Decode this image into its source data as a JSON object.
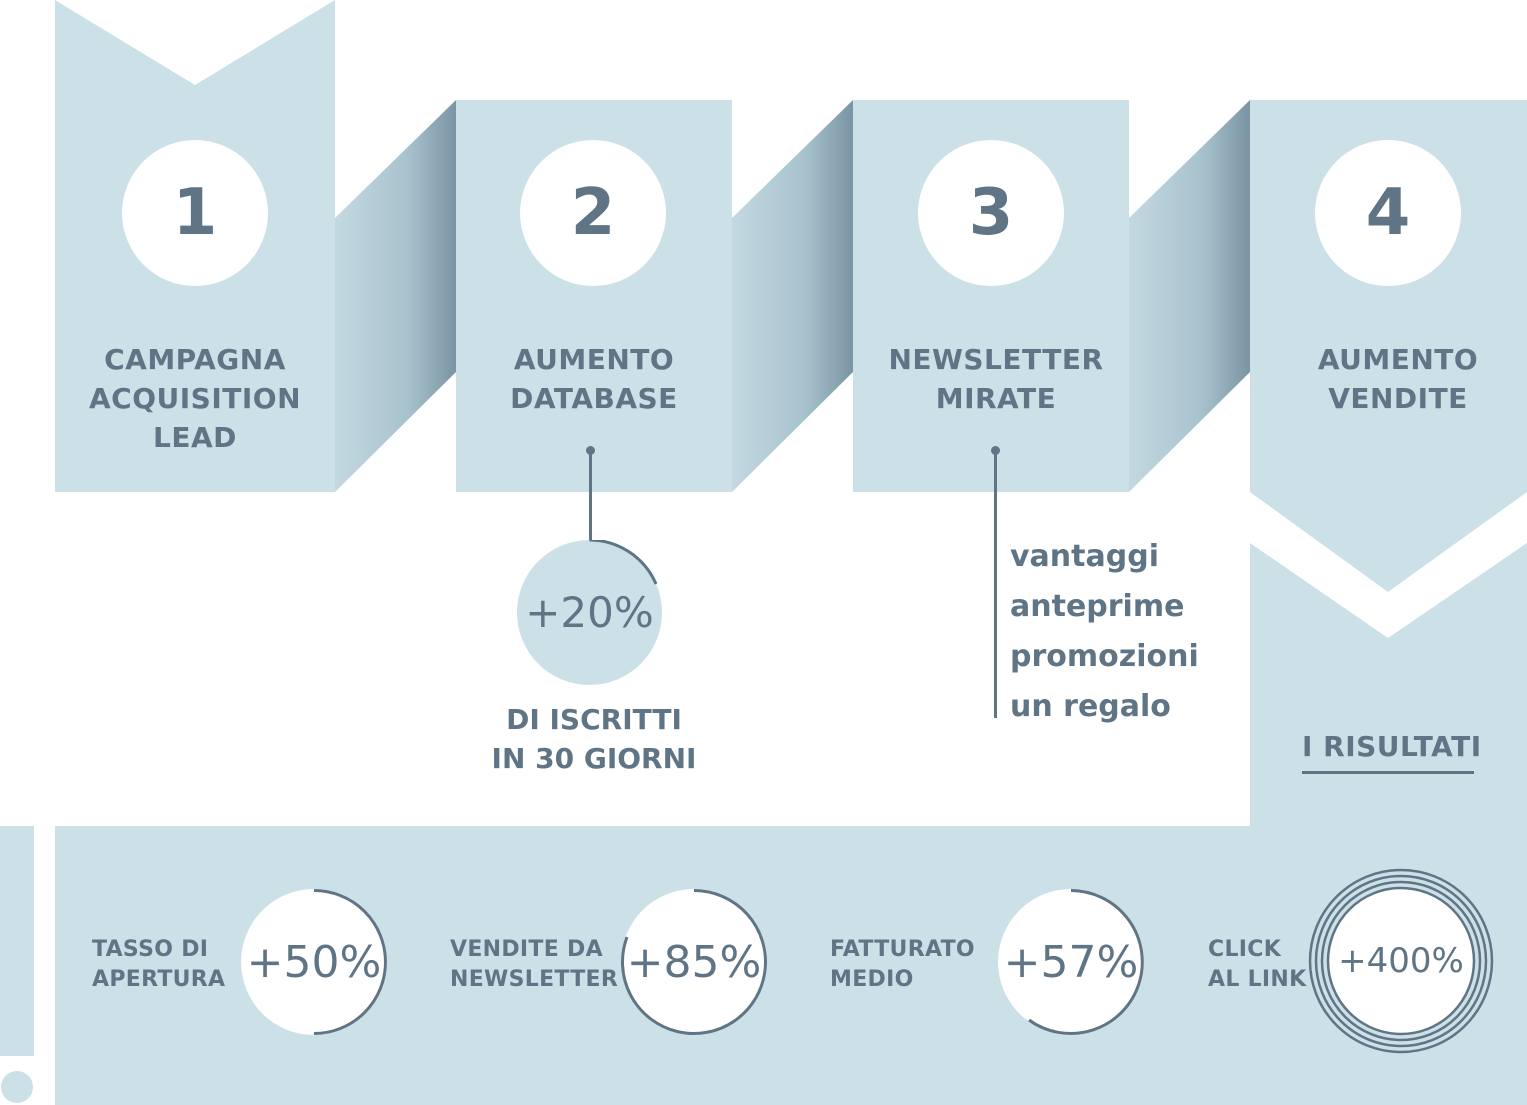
{
  "steps": [
    {
      "number": "1",
      "title_lines": [
        "CAMPAGNA",
        "ACQUISITION",
        "LEAD"
      ]
    },
    {
      "number": "2",
      "title_lines": [
        "AUMENTO",
        "DATABASE"
      ]
    },
    {
      "number": "3",
      "title_lines": [
        "NEWSLETTER",
        "MIRATE"
      ]
    },
    {
      "number": "4",
      "title_lines": [
        "AUMENTO",
        "VENDITE"
      ]
    }
  ],
  "database_growth": {
    "value": "+20%",
    "caption_lines": [
      "DI ISCRITTI",
      "IN 30 GIORNI"
    ]
  },
  "newsletter_benefits": [
    "vantaggi",
    "anteprime",
    "promozioni",
    "un regalo"
  ],
  "results": {
    "title": "I RISULTATI",
    "kpis": [
      {
        "label_lines": [
          "TASSO DI",
          "APERTURA"
        ],
        "value": "+50%"
      },
      {
        "label_lines": [
          "VENDITE DA",
          "NEWSLETTER"
        ],
        "value": "+85%"
      },
      {
        "label_lines": [
          "FATTURATO",
          "MEDIO"
        ],
        "value": "+57%"
      },
      {
        "label_lines": [
          "CLICK",
          "AL LINK"
        ],
        "value": "+400%"
      }
    ]
  },
  "colors": {
    "panel": "#cbe0e7",
    "text": "#5f7485",
    "fold_dark": "#7a94a4",
    "background": "#ffffff"
  }
}
